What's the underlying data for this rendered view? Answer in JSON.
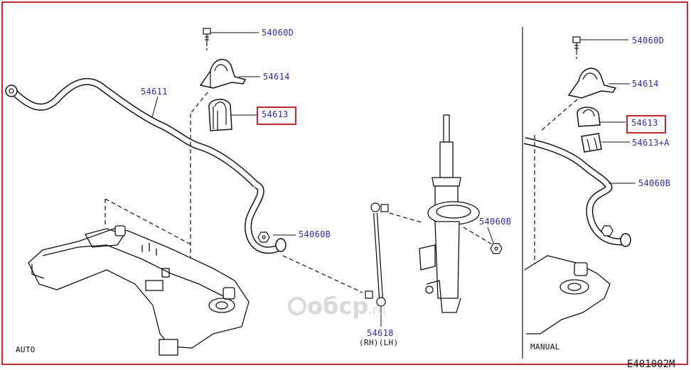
{
  "labels": {
    "bolt_auto": "54060D",
    "bracket_auto": "54614",
    "bar": "54611",
    "bushing_auto": "54613",
    "nut_auto": "54060B",
    "nut_strut": "54060B",
    "link": "54618",
    "link_sides": "(RH)(LH)",
    "auto": "AUTO",
    "bolt_manual": "54060D",
    "bracket_manual": "54614",
    "bushing_manual": "54613",
    "bushing_a_manual": "54613+A",
    "nut_manual": "54060B",
    "manual": "MANUAL",
    "diagram_code": "E401002M"
  },
  "watermark": {
    "brand": "oбcp",
    "tld": ".ru"
  },
  "colors": {
    "label": "#2a2ac8",
    "highlight": "#e0202a",
    "line": "#111111"
  }
}
